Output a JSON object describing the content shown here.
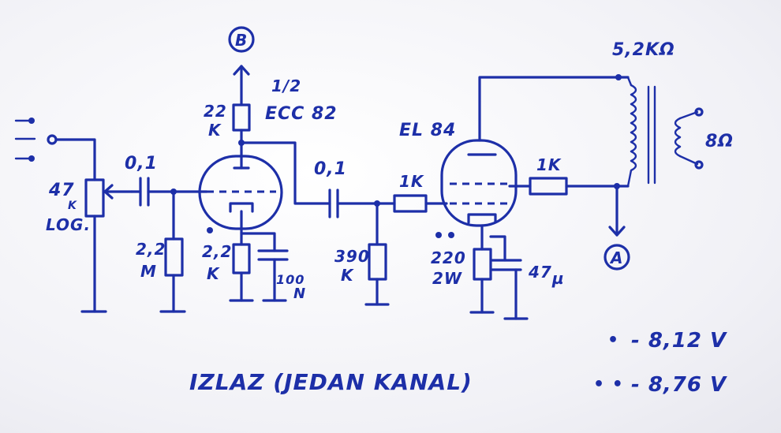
{
  "diagram": {
    "input_pot": {
      "value": "47",
      "unit": "K",
      "taper": "LOG."
    },
    "coupling_cap_1": "0,1",
    "grid_resistor_1": {
      "value": "2,2",
      "unit": "M"
    },
    "plate_resistor_1": {
      "value": "22",
      "unit": "K"
    },
    "supply_node": "B",
    "tube_1": {
      "part": "1/2",
      "type": "ECC 82"
    },
    "cathode_resistor_1": {
      "value": "2,2",
      "unit": "K"
    },
    "cathode_cap_1": "100",
    "cathode_cap_1_unit": "N",
    "coupling_cap_2": "0,1",
    "grid_stopper": "1K",
    "grid_resistor_2": {
      "value": "390",
      "unit": "K"
    },
    "tube_2": {
      "type": "EL 84"
    },
    "cathode_resistor_2": {
      "value": "220",
      "power": "2W"
    },
    "cathode_cap_2": "47",
    "cathode_cap_2_unit": "µ",
    "screen_resistor": "1K",
    "output_node": "A",
    "output_transformer": {
      "primary": "5,2KΩ",
      "secondary": "8Ω"
    },
    "caption": "IZLAZ (JEDAN KANAL)",
    "legend": [
      {
        "marker": "•",
        "value": "- 8,12 V"
      },
      {
        "marker": "• •",
        "value": "- 8,76 V"
      }
    ],
    "colors": {
      "ink": "#1d2fa8",
      "paper": "#f4f4f8"
    }
  }
}
